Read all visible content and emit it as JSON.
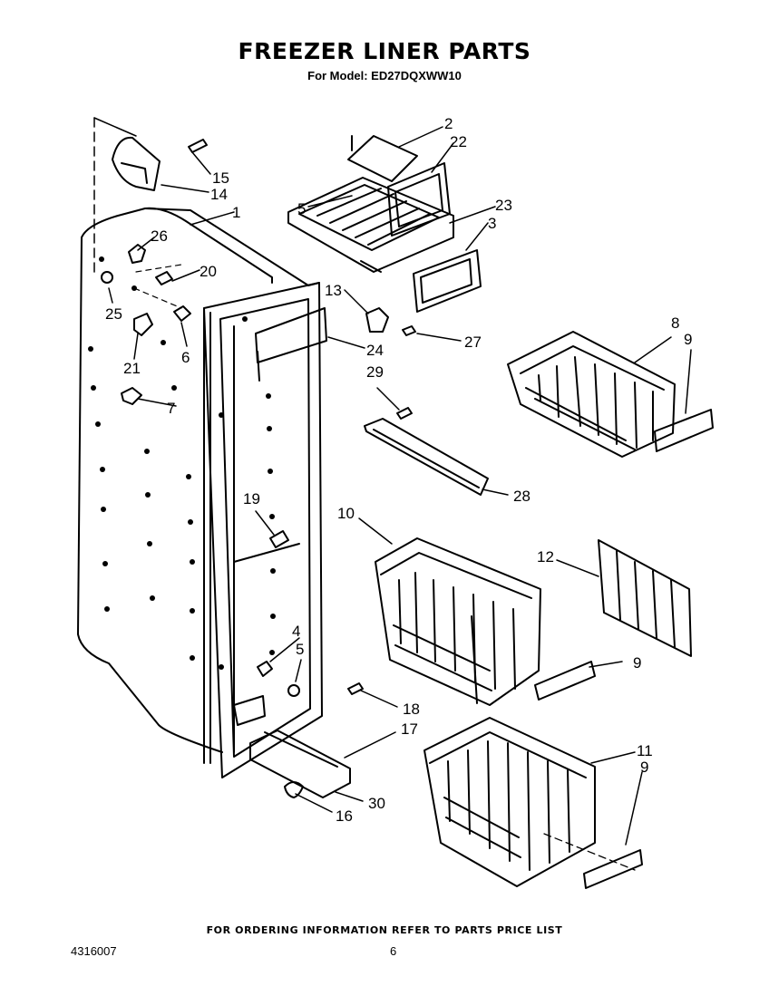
{
  "title": "FREEZER LINER PARTS",
  "subtitle": "For Model: ED27DQXWW10",
  "footer_note": "FOR ORDERING INFORMATION REFER TO PARTS PRICE LIST",
  "doc_number": "4316007",
  "page_number": "6",
  "callouts": [
    "2",
    "22",
    "23",
    "3",
    "15",
    "14",
    "1",
    "26",
    "20",
    "25",
    "21",
    "6",
    "7",
    "13",
    "27",
    "24",
    "29",
    "28",
    "8",
    "9",
    "19",
    "4",
    "5",
    "10",
    "12",
    "9",
    "18",
    "17",
    "30",
    "16",
    "11",
    "9",
    "5"
  ]
}
